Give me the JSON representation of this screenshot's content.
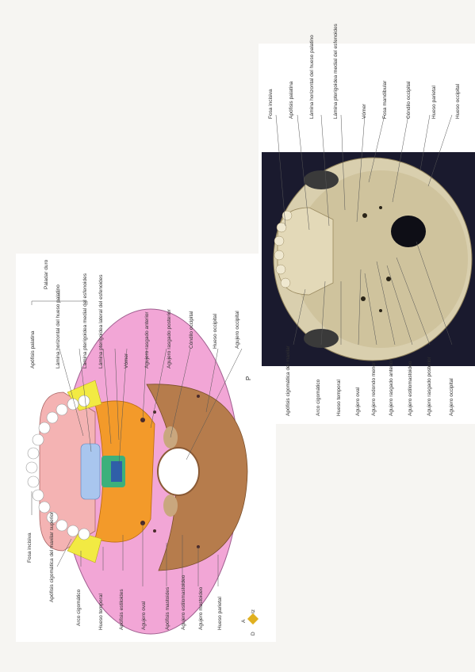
{
  "illustration": {
    "group_label": "Paladar duro",
    "orientation_marker": {
      "north": "A",
      "west": "D",
      "east": "Iz"
    },
    "labels_left": [
      "Fosa incisiva",
      "Apófisis cigomática del maxilar superior",
      "Arco cigomático",
      "Hueso temporal",
      "Apófisis estiloides",
      "Agujero oval",
      "Apófisis mastoides",
      "Agujero estilomastoideo",
      "Agujero mastoideo",
      "Hueso parietal"
    ],
    "labels_right": [
      "Apófisis palatina",
      "Lámina horizontal del hueso palatino",
      "Lámina pterigoidea medial del esfenoides",
      "Lámina pterigoidea lateral del esfenoides",
      "Vómer",
      "Agujero rasgado anterior",
      "Agujero rasgado posterior",
      "Cóndilo occipital",
      "Hueso occipital",
      "Agujero occipital"
    ]
  },
  "photo": {
    "marker": "P",
    "labels_top": [
      "Fosa incisiva",
      "Apófisis palatina",
      "Lámina horizontal del hueso palatino",
      "Lámina pterigoidea medial del esfenoides",
      "Vómer",
      "Fosa mandibular",
      "Cóndilo occipital",
      "Hueso parietal",
      "Hueso occipital"
    ],
    "labels_bottom": [
      "Apófisis cigomática del maxilar",
      "Arco cigomático",
      "Hueso temporal",
      "Agujero oval",
      "Agujero redondo menor",
      "Agujero rasgado anterior",
      "Agujero estilomastoideo",
      "Agujero rasgado posterior",
      "Agujero occipital"
    ]
  }
}
